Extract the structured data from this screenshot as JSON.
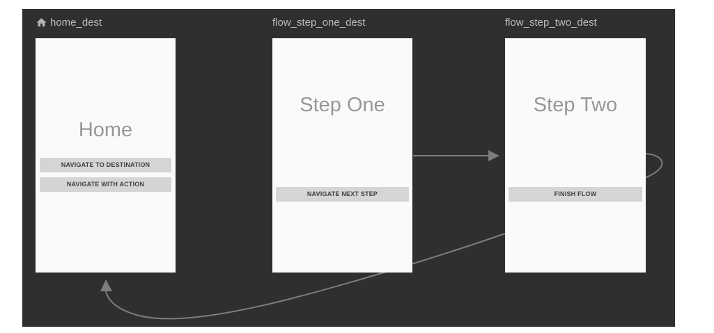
{
  "editor": {
    "name": "navigation-graph",
    "colors": {
      "canvas_background": "#2d2f31",
      "page_background": "#ffffff",
      "edge": "#7d7d7d",
      "card_background": "#fafafa",
      "card_title_text": "#979797",
      "destination_label_text": "#bcbcbc",
      "button_background": "#d5d5d5",
      "button_text": "#3f3f3f"
    }
  },
  "icons": {
    "start_destination": "home-icon"
  },
  "destinations": [
    {
      "label": "home_dest",
      "is_start_destination": true,
      "screen": {
        "title": "Home",
        "buttons": [
          "NAVIGATE TO DESTINATION",
          "NAVIGATE WITH ACTION"
        ]
      }
    },
    {
      "label": "flow_step_one_dest",
      "is_start_destination": false,
      "screen": {
        "title": "Step One",
        "buttons": [
          "NAVIGATE NEXT STEP"
        ]
      }
    },
    {
      "label": "flow_step_two_dest",
      "is_start_destination": false,
      "screen": {
        "title": "Step Two",
        "buttons": [
          "FINISH FLOW"
        ]
      }
    }
  ],
  "actions": [
    {
      "from": "flow_step_one_dest",
      "to": "flow_step_two_dest",
      "shape": "straight-arrow-right"
    },
    {
      "from": "flow_step_two_dest",
      "to": "home_dest",
      "shape": "curved-loop-bottom-left-arrow-up"
    }
  ]
}
